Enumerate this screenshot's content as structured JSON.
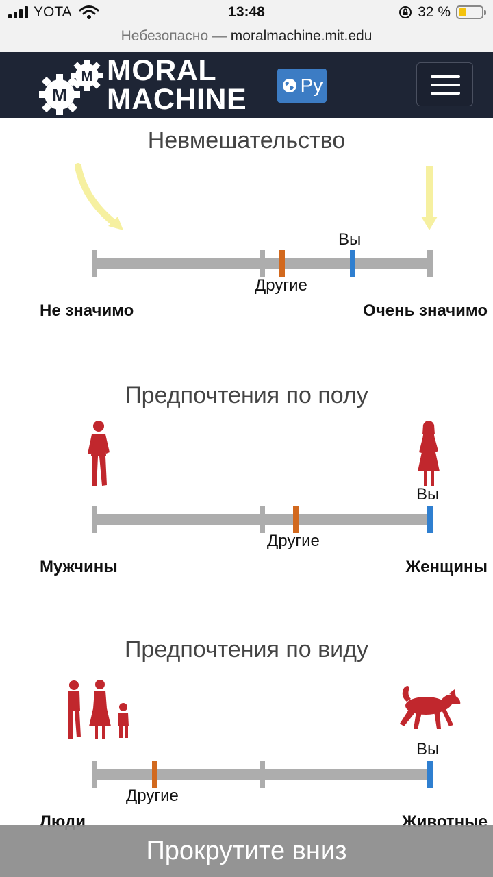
{
  "status_bar": {
    "carrier": "YOTA",
    "time": "13:48",
    "battery": "32 %"
  },
  "url_bar": {
    "prefix": "Небезопасно — ",
    "domain": "moralmachine.mit.edu"
  },
  "header": {
    "logo_line1": "MORAL",
    "logo_line2": "MACHINE",
    "lang_label": "Ру",
    "menu_icon": "hamburger-icon",
    "colors": {
      "header_bg": "#1e2535",
      "lang_bg": "#3c7cc4"
    }
  },
  "sections": {
    "intervention": {
      "title": "Невмешательство",
      "left": "Не значимо",
      "right": "Очень значимо",
      "others": "Другие",
      "you": "Вы",
      "others_value": 0.56,
      "you_value": 0.77
    },
    "gender": {
      "title": "Предпочтения по полу",
      "left": "Мужчины",
      "right": "Женщины",
      "others": "Другие",
      "you": "Вы",
      "others_value": 0.6,
      "you_value": 1.0
    },
    "species": {
      "title": "Предпочтения по виду",
      "left": "Люди",
      "right": "Животные",
      "others": "Другие",
      "you": "Вы",
      "others_value": 0.18,
      "you_value": 1.0
    }
  },
  "colors": {
    "others_marker": "#d2691e",
    "you_marker": "#2f7fd0",
    "track": "#adadad",
    "figure_red": "#c1272d",
    "arrow_yellow": "#f6f0a0"
  },
  "scroll_prompt": "Прокрутите вниз"
}
